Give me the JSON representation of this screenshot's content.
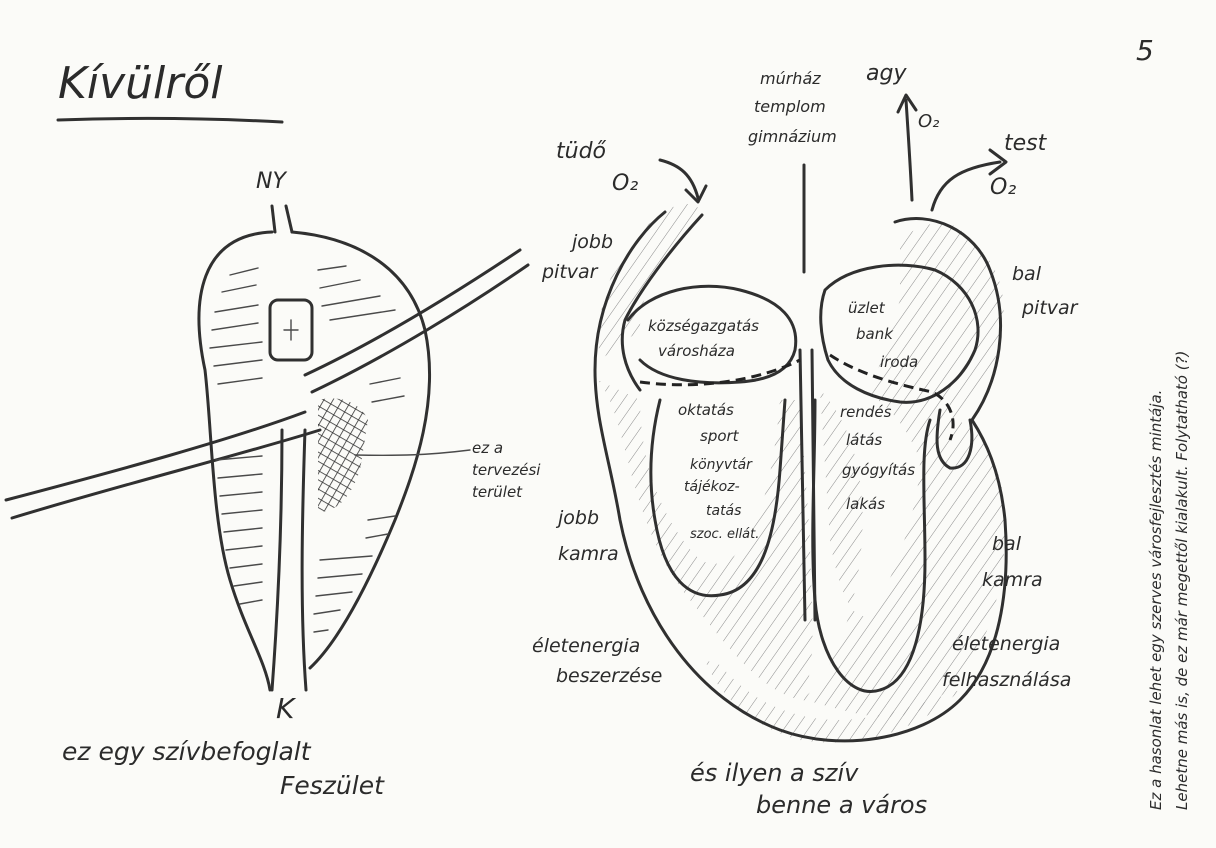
{
  "page_number": "5",
  "left_panel": {
    "title": "Kívülről",
    "top_label": "NY",
    "bottom_label": "K",
    "planning_area_label": [
      "ez a",
      "tervezési",
      "terület"
    ],
    "caption": [
      "ez egy szívbefoglalt",
      "Feszület"
    ]
  },
  "right_panel": {
    "top_center_label": [
      "múrház",
      "templom",
      "gimnázium"
    ],
    "lung_label": "tüdő",
    "lung_o2": "O₂",
    "brain_label": "agy",
    "brain_o2": "O₂",
    "body_label": "test",
    "body_o2": "O₂",
    "right_atrium_label": [
      "jobb",
      "pitvar"
    ],
    "left_atrium_label": [
      "bal",
      "pitvar"
    ],
    "right_ventricle_label": [
      "jobb",
      "kamra"
    ],
    "left_ventricle_label": [
      "bal",
      "kamra"
    ],
    "right_atrium_text": [
      "községazgatás",
      "városháza"
    ],
    "left_atrium_text": [
      "üzlet",
      "bank",
      "iroda"
    ],
    "right_ventricle_text": [
      "oktatás",
      "sport",
      "könyvtár",
      "tájékoz-",
      "tatás",
      "szoc. ellát."
    ],
    "left_ventricle_text": [
      "rendés",
      "látás",
      "gyógyítás",
      "lakás"
    ],
    "energy_in": [
      "életenergia",
      "beszerzése"
    ],
    "energy_out": [
      "életenergia",
      "felhasználása"
    ],
    "caption": [
      "és ilyen a szív",
      "benne a város"
    ]
  },
  "side_note": [
    "Ez a hasonlat lehet egy szerves városfejlesztés mintája.",
    "Lehetne más is, de ez már megettől kialakult. Folytatható (?)"
  ]
}
